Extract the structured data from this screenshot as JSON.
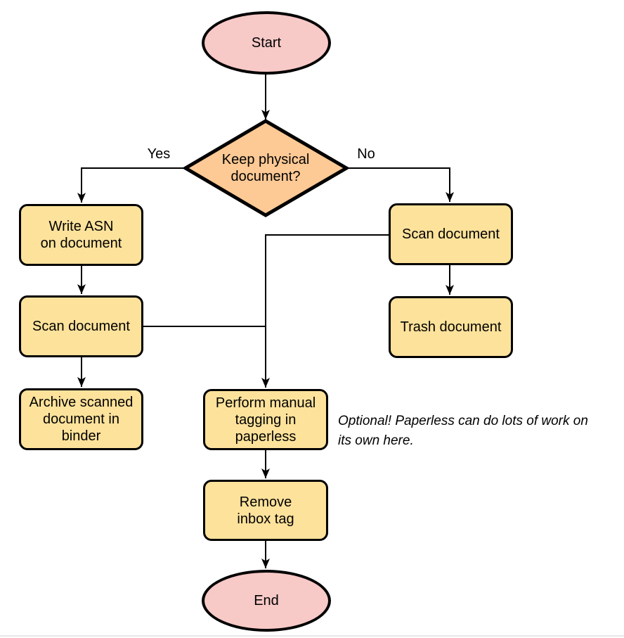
{
  "colors": {
    "terminal_fill": "#F7C9C7",
    "decision_fill": "#FDC995",
    "process_fill": "#FDE29B",
    "stroke": "#000000",
    "bottom_rule": "#E8E8E8"
  },
  "nodes": {
    "start": {
      "shape": "ellipse",
      "label": "Start"
    },
    "decision": {
      "shape": "diamond",
      "label": "Keep physical\ndocument?"
    },
    "write_asn": {
      "shape": "rect",
      "label": "Write ASN\non document"
    },
    "scan_left": {
      "shape": "rect",
      "label": "Scan document"
    },
    "archive": {
      "shape": "rect",
      "label": "Archive scanned\ndocument in\nbinder"
    },
    "scan_right": {
      "shape": "rect",
      "label": "Scan document"
    },
    "trash": {
      "shape": "rect",
      "label": "Trash document"
    },
    "tagging": {
      "shape": "rect",
      "label": "Perform manual\ntagging in\npaperless"
    },
    "remove_inbox": {
      "shape": "rect",
      "label": "Remove\ninbox tag"
    },
    "end": {
      "shape": "ellipse",
      "label": "End"
    }
  },
  "edge_labels": {
    "yes": "Yes",
    "no": "No"
  },
  "note": {
    "lines": [
      "Optional! Paperless can do lots of work on",
      "its own here."
    ]
  }
}
